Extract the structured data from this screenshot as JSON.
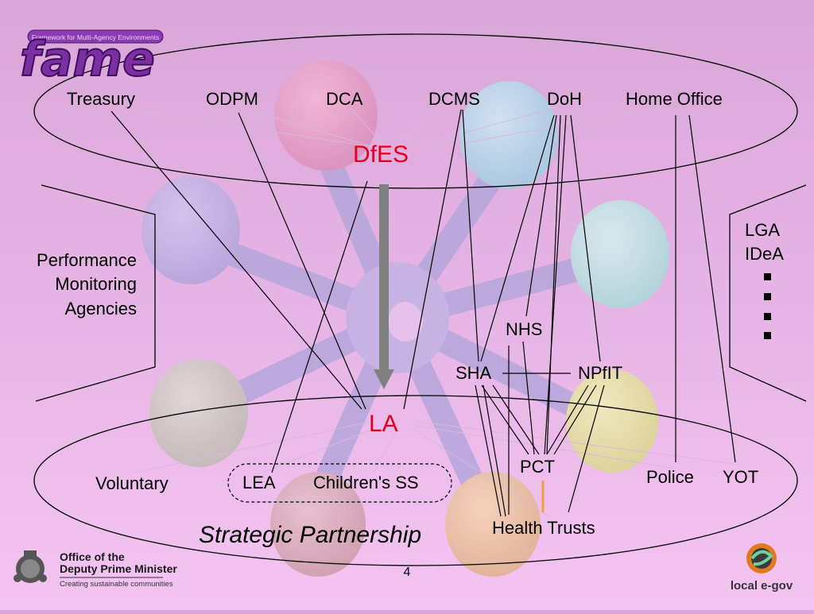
{
  "logo": {
    "fame_word": "fame",
    "fame_tagline": "Framework for Multi-Agency Environments"
  },
  "labels": {
    "treasury": "Treasury",
    "odpm": "ODPM",
    "dca": "DCA",
    "dcms": "DCMS",
    "doh": "DoH",
    "home_office": "Home Office",
    "dfes": "DfES",
    "performance": [
      "Performance",
      "Monitoring",
      "Agencies"
    ],
    "lga": "LGA",
    "idea": "IDeA",
    "nhs": "NHS",
    "sha": "SHA",
    "npfit": "NPfIT",
    "la": "LA",
    "pct": "PCT",
    "police": "Police",
    "yot": "YOT",
    "voluntary": "Voluntary",
    "lea": "LEA",
    "childrens_ss": "Children's SS",
    "health_trusts": "Health Trusts",
    "strategic_partnership": "Strategic Partnership"
  },
  "footer": {
    "odpm_line1": "Office of the",
    "odpm_line2": "Deputy Prime Minister",
    "odpm_tagline": "Creating sustainable communities",
    "slide_number": "4",
    "local_egov": "local e-gov"
  },
  "colors": {
    "highlight_red": "#e0001b",
    "arrow_grey": "#808080",
    "fame_purple": "#7b2fa0",
    "orange_mark": "#f0a040"
  }
}
